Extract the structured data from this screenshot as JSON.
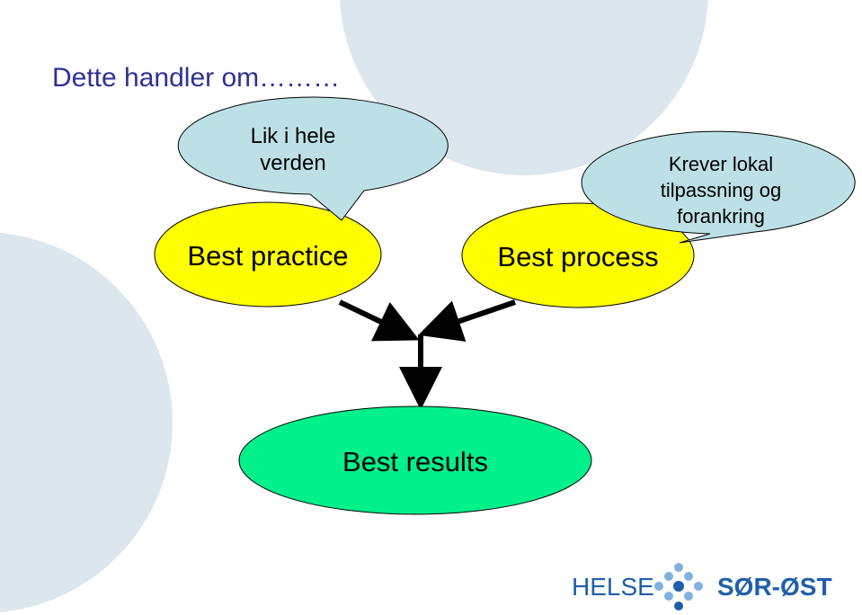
{
  "title": "Dette handler om………",
  "nodes": {
    "best_practice": "Best practice",
    "best_process": "Best process",
    "best_results": "Best results"
  },
  "callouts": {
    "global": [
      "Lik i hele",
      "verden"
    ],
    "local": [
      "Krever lokal",
      "tilpassning og",
      "forankring"
    ]
  },
  "logo": {
    "left_text": "HELSE",
    "right_text": "SØR-ØST"
  },
  "colors": {
    "title": "#2e3192",
    "background_circle": "#dce6ed",
    "callout_fill": "#bde0e6",
    "node_yellow": "#ffff00",
    "node_green": "#00f08c",
    "logo_blue": "#1f5fa8",
    "logo_light_blue": "#7fb2dc"
  }
}
